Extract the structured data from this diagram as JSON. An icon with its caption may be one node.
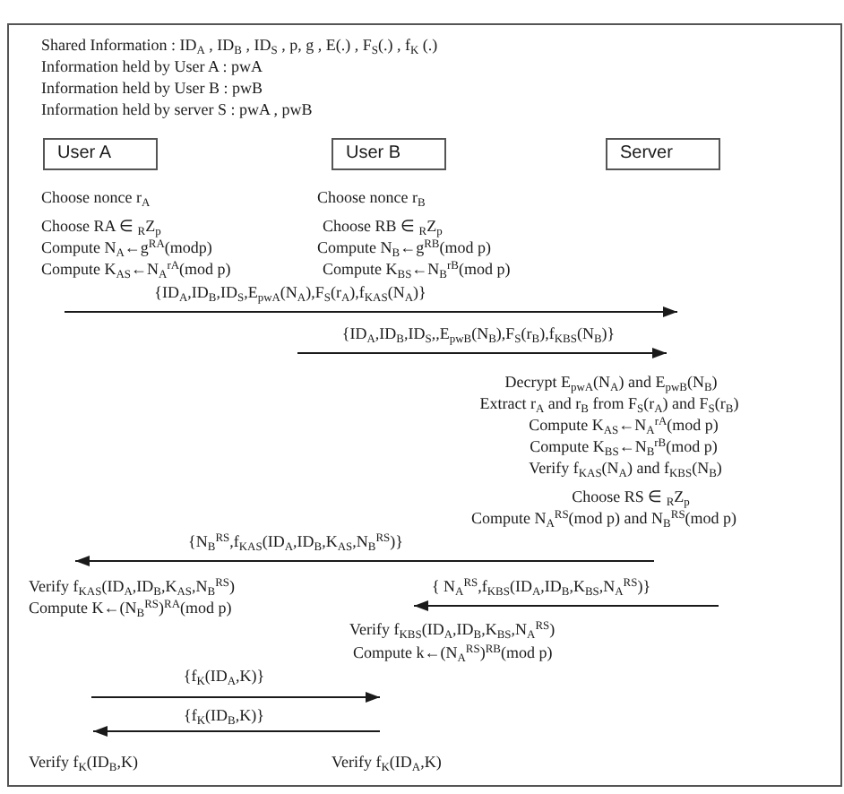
{
  "diagram": {
    "nodes": [
      {
        "text": [],
        "shape": "box"
      },
      {
        "text": [
          "User A"
        ],
        "in": 0
      },
      {
        "text": [
          "User B"
        ],
        "in": 0
      },
      {
        "text": [
          "Server"
        ],
        "in": 0
      }
    ],
    "labels": [
      "Shared Information : ID$_{A}$ , ID$_{B}$ , ID$_{S}$ , p, g , E(.) , F$_{S}$(.) , f$_{K}$ (.)",
      "Information held by User A : pwA",
      "Information held by User B : pwB",
      "Information held by server S : pwA , pwB",
      "Choose nonce r$_{A}$",
      "Choose nonce r$_{B}$",
      "Choose RA ∈ $_{R}$Z$_{p}$",
      "Choose RB ∈ $_{R}$Z$_{p}$",
      "Compute N$_{A}$←g$^{RA}$(modp)",
      "Compute N$_{B}$←g$^{RB}$(mod p)",
      "Compute K$_{AS}$←N$_{A}$$^{rA}$(mod p)",
      "Compute K$_{BS}$←N$_{B}$$^{rB}$(mod p)",
      "{ID$_{A}$,ID$_{B}$,ID$_{S}$,E$_{pwA}$(N$_{A}$),F$_{S}$(r$_{A}$),f$_{KAS}$(N$_{A}$)}",
      "{ID$_{A}$,ID$_{B}$,ID$_{S}$,,E$_{pwB}$(N$_{B}$),F$_{S}$(r$_{B}$),f$_{KBS}$(N$_{B}$)}",
      "Decrypt E$_{pwA}$(N$_{A}$) and E$_{pwB}$(N$_{B}$)",
      "Extract r$_{A}$ and r$_{B}$ from F$_{S}$(r$_{A}$) and F$_{S}$(r$_{B}$)",
      "Compute K$_{AS}$←N$_{A}$$^{rA}$(mod p)",
      "Compute K$_{BS}$←N$_{B}$$^{rB}$(mod p)",
      "Verify f$_{KAS}$(N$_{A}$) and f$_{KBS}$(N$_{B}$)",
      "Choose RS ∈ $_{R}$Z$_{p}$",
      "Compute N$_{A}$$^{RS}$(mod p) and N$_{B}$$^{RS}$(mod p)",
      "{N$_{B}$$^{RS}$,f$_{KAS}$(ID$_{A}$,ID$_{B}$,K$_{AS}$,N$_{B}$$^{RS}$)}",
      "Verify f$_{KAS}$(ID$_{A}$,ID$_{B}$,K$_{AS}$,N$_{B}$$^{RS}$)",
      "{ N$_{A}$$^{RS}$,f$_{KBS}$(ID$_{A}$,ID$_{B}$,K$_{BS}$,N$_{A}$$^{RS}$)}",
      "Compute K←(N$_{B}$$^{RS}$)$^{RA}$(mod p)",
      "Verify f$_{KBS}$(ID$_{A}$,ID$_{B}$,K$_{BS}$,N$_{A}$$^{RS}$)",
      "Compute k←(N$_{A}$$^{RS}$)$^{RB}$(mod p)",
      "{f$_{K}$(ID$_{A}$,K)}",
      "{f$_{K}$(ID$_{B}$,K)}",
      "Verify f$_{K}$(ID$_{B}$,K)",
      "Verify f$_{K}$(ID$_{A}$,K)"
    ]
  }
}
